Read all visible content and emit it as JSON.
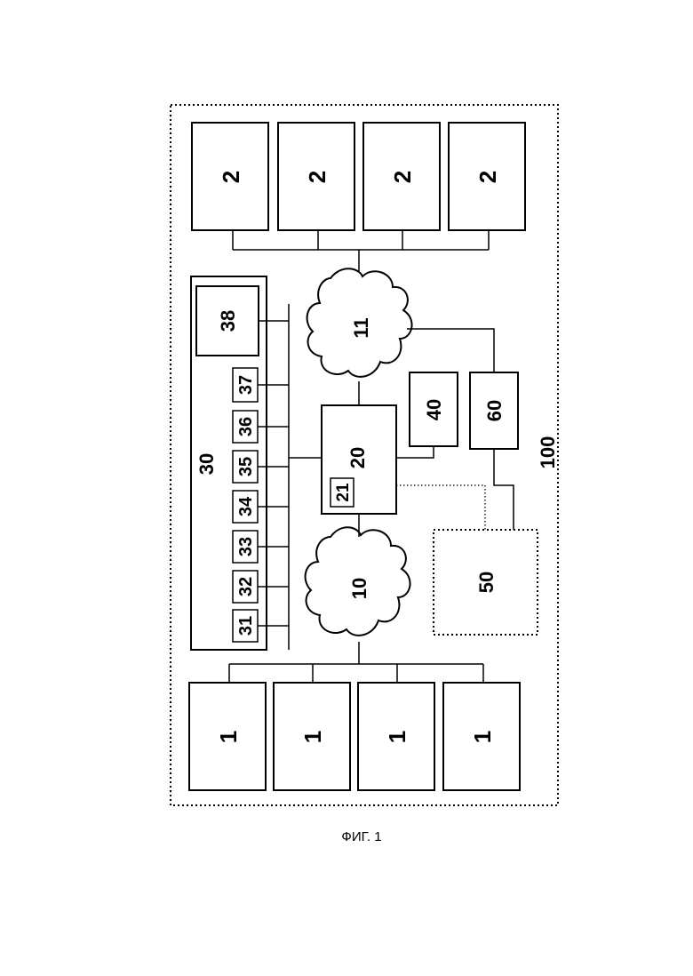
{
  "diagram": {
    "system_label": "100",
    "terminals_left": [
      "1",
      "1",
      "1",
      "1"
    ],
    "terminals_right": [
      "2",
      "2",
      "2",
      "2"
    ],
    "network_a": "10",
    "network_b": "11",
    "server": "20",
    "server_module": "21",
    "storage": "30",
    "storage_modules": [
      "31",
      "32",
      "33",
      "34",
      "35",
      "36",
      "37"
    ],
    "storage_main": "38",
    "unit_40": "40",
    "unit_50": "50",
    "unit_60": "60"
  },
  "caption": "ФИГ. 1"
}
